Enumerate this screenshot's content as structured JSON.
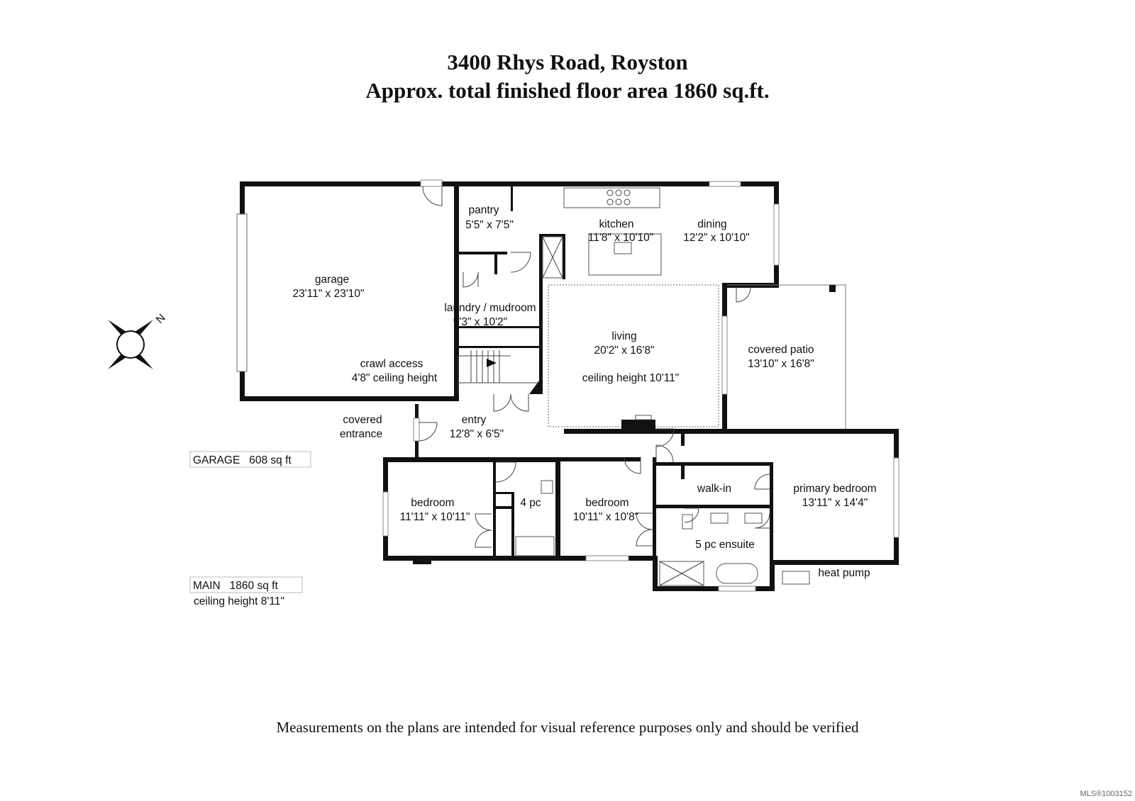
{
  "header": {
    "address": "3400 Rhys Road, Royston",
    "area": "Approx. total finished floor area 1860 sq.ft."
  },
  "compass": {
    "label": "N"
  },
  "rooms": {
    "pantry": {
      "name": "pantry",
      "dims": "5'5\" x 7'5\""
    },
    "kitchen": {
      "name": "kitchen",
      "dims": "11'8\" x 10'10\""
    },
    "dining": {
      "name": "dining",
      "dims": "12'2\" x 10'10\""
    },
    "garage": {
      "name": "garage",
      "dims": "23'11\" x 23'10\""
    },
    "laundry": {
      "name": "laundry / mudroom",
      "dims": "9'3\" x 10'2\""
    },
    "living": {
      "name": "living",
      "dims": "20'2\" x 16'8\"",
      "note": "ceiling height 10'11\""
    },
    "patio": {
      "name": "covered patio",
      "dims": "13'10\" x 16'8\""
    },
    "crawl": {
      "name": "crawl access",
      "note": "4'8\" ceiling height"
    },
    "covered_entrance": {
      "line1": "covered",
      "line2": "entrance"
    },
    "entry": {
      "name": "entry",
      "dims": "12'8\" x 6'5\""
    },
    "bedroom1": {
      "name": "bedroom",
      "dims": "11'11\" x 10'11\""
    },
    "bath4": {
      "name": "4 pc"
    },
    "bedroom2": {
      "name": "bedroom",
      "dims": "10'11\" x 10'8\""
    },
    "walkin": {
      "name": "walk-in"
    },
    "primary": {
      "name": "primary bedroom",
      "dims": "13'11\" x 14'4\""
    },
    "ensuite": {
      "name": "5 pc ensuite"
    },
    "heatpump": {
      "name": "heat pump"
    }
  },
  "summary": {
    "garage": "GARAGE   608 sq ft",
    "main": "MAIN   1860 sq ft",
    "main_ceiling": "ceiling height 8'11\""
  },
  "footer": {
    "disclaimer": "Measurements on the plans are intended for visual reference purposes only and should be verified"
  },
  "watermark": "MLS®1003152"
}
